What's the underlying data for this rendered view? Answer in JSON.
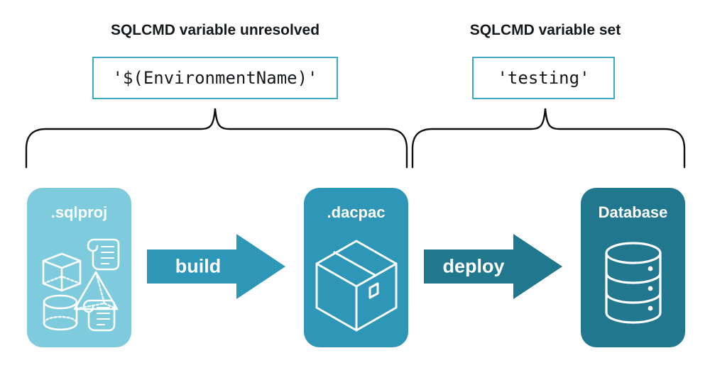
{
  "diagram": {
    "title_left": "SQLCMD variable unresolved",
    "title_right": "SQLCMD variable set",
    "code_left": "'$(EnvironmentName)'",
    "code_right": "'testing'",
    "stages": [
      {
        "label": ".sqlproj",
        "color": "#7FCBDE",
        "icons": [
          "cube-icon",
          "scroll-icon",
          "pyramid-icon",
          "cylinder-icon",
          "scroll-icon"
        ]
      },
      {
        "label": ".dacpac",
        "color": "#2E97B8",
        "icons": [
          "package-box-icon"
        ]
      },
      {
        "label": "Database",
        "color": "#20778E",
        "icons": [
          "database-cylinder-icon"
        ]
      }
    ],
    "arrows": [
      {
        "label": "build",
        "color": "#2E97B8"
      },
      {
        "label": "deploy",
        "color": "#20778E"
      }
    ],
    "colors": {
      "accent_border": "#3FA9C4",
      "light_teal": "#7FCBDE",
      "mid_teal": "#2E97B8",
      "dark_teal": "#20778E",
      "text": "#16191c",
      "brace": "#111111",
      "background": "#ffffff"
    }
  }
}
